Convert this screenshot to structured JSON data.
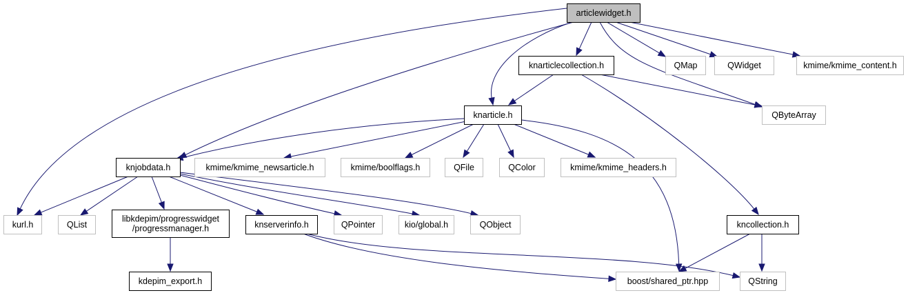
{
  "title": "articlewidget.h include dependency graph",
  "colors": {
    "edge": "#191970",
    "main_fill": "#bfbfbf",
    "local_border": "#000000",
    "external_border": "#bfbfbf"
  },
  "nodes": {
    "articlewidget": {
      "label": [
        "articlewidget.h"
      ],
      "kind": "main"
    },
    "knarticlecollection": {
      "label": [
        "knarticlecollection.h"
      ],
      "kind": "local"
    },
    "qmap": {
      "label": [
        "QMap"
      ],
      "kind": "external"
    },
    "qwidget": {
      "label": [
        "QWidget"
      ],
      "kind": "external"
    },
    "kmime_content": {
      "label": [
        "kmime/kmime_content.h"
      ],
      "kind": "external"
    },
    "knarticle": {
      "label": [
        "knarticle.h"
      ],
      "kind": "local"
    },
    "qbytearray": {
      "label": [
        "QByteArray"
      ],
      "kind": "external"
    },
    "knjobdata": {
      "label": [
        "knjobdata.h"
      ],
      "kind": "local"
    },
    "kmime_newsarticle": {
      "label": [
        "kmime/kmime_newsarticle.h"
      ],
      "kind": "external"
    },
    "boolflags": {
      "label": [
        "kmime/boolflags.h"
      ],
      "kind": "external"
    },
    "qfile": {
      "label": [
        "QFile"
      ],
      "kind": "external"
    },
    "qcolor": {
      "label": [
        "QColor"
      ],
      "kind": "external"
    },
    "kmime_headers": {
      "label": [
        "kmime/kmime_headers.h"
      ],
      "kind": "external"
    },
    "kurl": {
      "label": [
        "kurl.h"
      ],
      "kind": "external"
    },
    "qlist": {
      "label": [
        "QList"
      ],
      "kind": "external"
    },
    "progressmanager": {
      "label": [
        "libkdepim/progresswidget",
        "/progressmanager.h"
      ],
      "kind": "local"
    },
    "knserverinfo": {
      "label": [
        "knserverinfo.h"
      ],
      "kind": "local"
    },
    "qpointer": {
      "label": [
        "QPointer"
      ],
      "kind": "external"
    },
    "kio_global": {
      "label": [
        "kio/global.h"
      ],
      "kind": "external"
    },
    "qobject": {
      "label": [
        "QObject"
      ],
      "kind": "external"
    },
    "kncollection": {
      "label": [
        "kncollection.h"
      ],
      "kind": "local"
    },
    "kdepim_export": {
      "label": [
        "kdepim_export.h"
      ],
      "kind": "local"
    },
    "shared_ptr": {
      "label": [
        "boost/shared_ptr.hpp"
      ],
      "kind": "external"
    },
    "qstring": {
      "label": [
        "QString"
      ],
      "kind": "external"
    }
  },
  "edges": [
    [
      "articlewidget",
      "knarticlecollection"
    ],
    [
      "articlewidget",
      "qmap"
    ],
    [
      "articlewidget",
      "qwidget"
    ],
    [
      "articlewidget",
      "kmime_content"
    ],
    [
      "articlewidget",
      "knarticle"
    ],
    [
      "articlewidget",
      "qbytearray"
    ],
    [
      "articlewidget",
      "knjobdata"
    ],
    [
      "articlewidget",
      "kurl"
    ],
    [
      "knarticlecollection",
      "knarticle"
    ],
    [
      "knarticlecollection",
      "qbytearray"
    ],
    [
      "knarticlecollection",
      "kncollection"
    ],
    [
      "knarticle",
      "knjobdata"
    ],
    [
      "knarticle",
      "kmime_newsarticle"
    ],
    [
      "knarticle",
      "boolflags"
    ],
    [
      "knarticle",
      "qfile"
    ],
    [
      "knarticle",
      "qcolor"
    ],
    [
      "knarticle",
      "kmime_headers"
    ],
    [
      "knarticle",
      "shared_ptr"
    ],
    [
      "knjobdata",
      "kurl"
    ],
    [
      "knjobdata",
      "qlist"
    ],
    [
      "knjobdata",
      "progressmanager"
    ],
    [
      "knjobdata",
      "knserverinfo"
    ],
    [
      "knjobdata",
      "qpointer"
    ],
    [
      "knjobdata",
      "kio_global"
    ],
    [
      "knjobdata",
      "qobject"
    ],
    [
      "progressmanager",
      "kdepim_export"
    ],
    [
      "knserverinfo",
      "shared_ptr"
    ],
    [
      "knserverinfo",
      "qstring"
    ],
    [
      "kncollection",
      "shared_ptr"
    ],
    [
      "kncollection",
      "qstring"
    ]
  ]
}
